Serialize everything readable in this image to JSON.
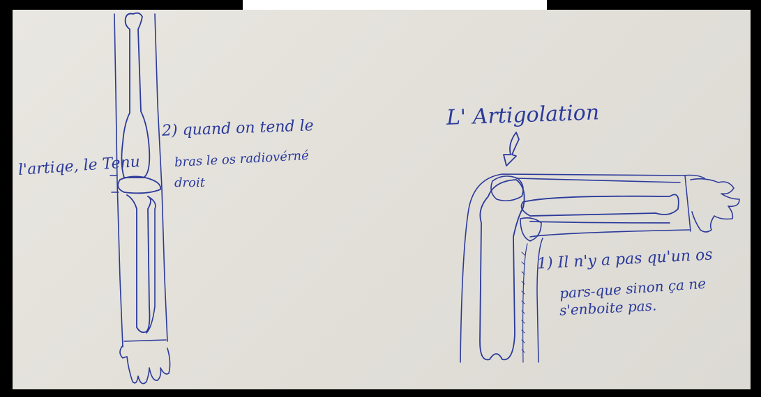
{
  "colors": {
    "ink": "#2b3a9a",
    "paper": "#e6e3dd",
    "frame": "#000000"
  },
  "labels": {
    "left_side": "l'artiqe, le Tenu",
    "note2_line1": "2) quand on tend le",
    "note2_line2": "bras le os radiovérné",
    "note2_line3": "droit",
    "title_right": "L' Artigolation",
    "note1_line1": "1) Il n'y a pas qu'un os",
    "note1_line2": "pars-que sinon ça ne",
    "note1_line3": "s'enboite pas."
  }
}
